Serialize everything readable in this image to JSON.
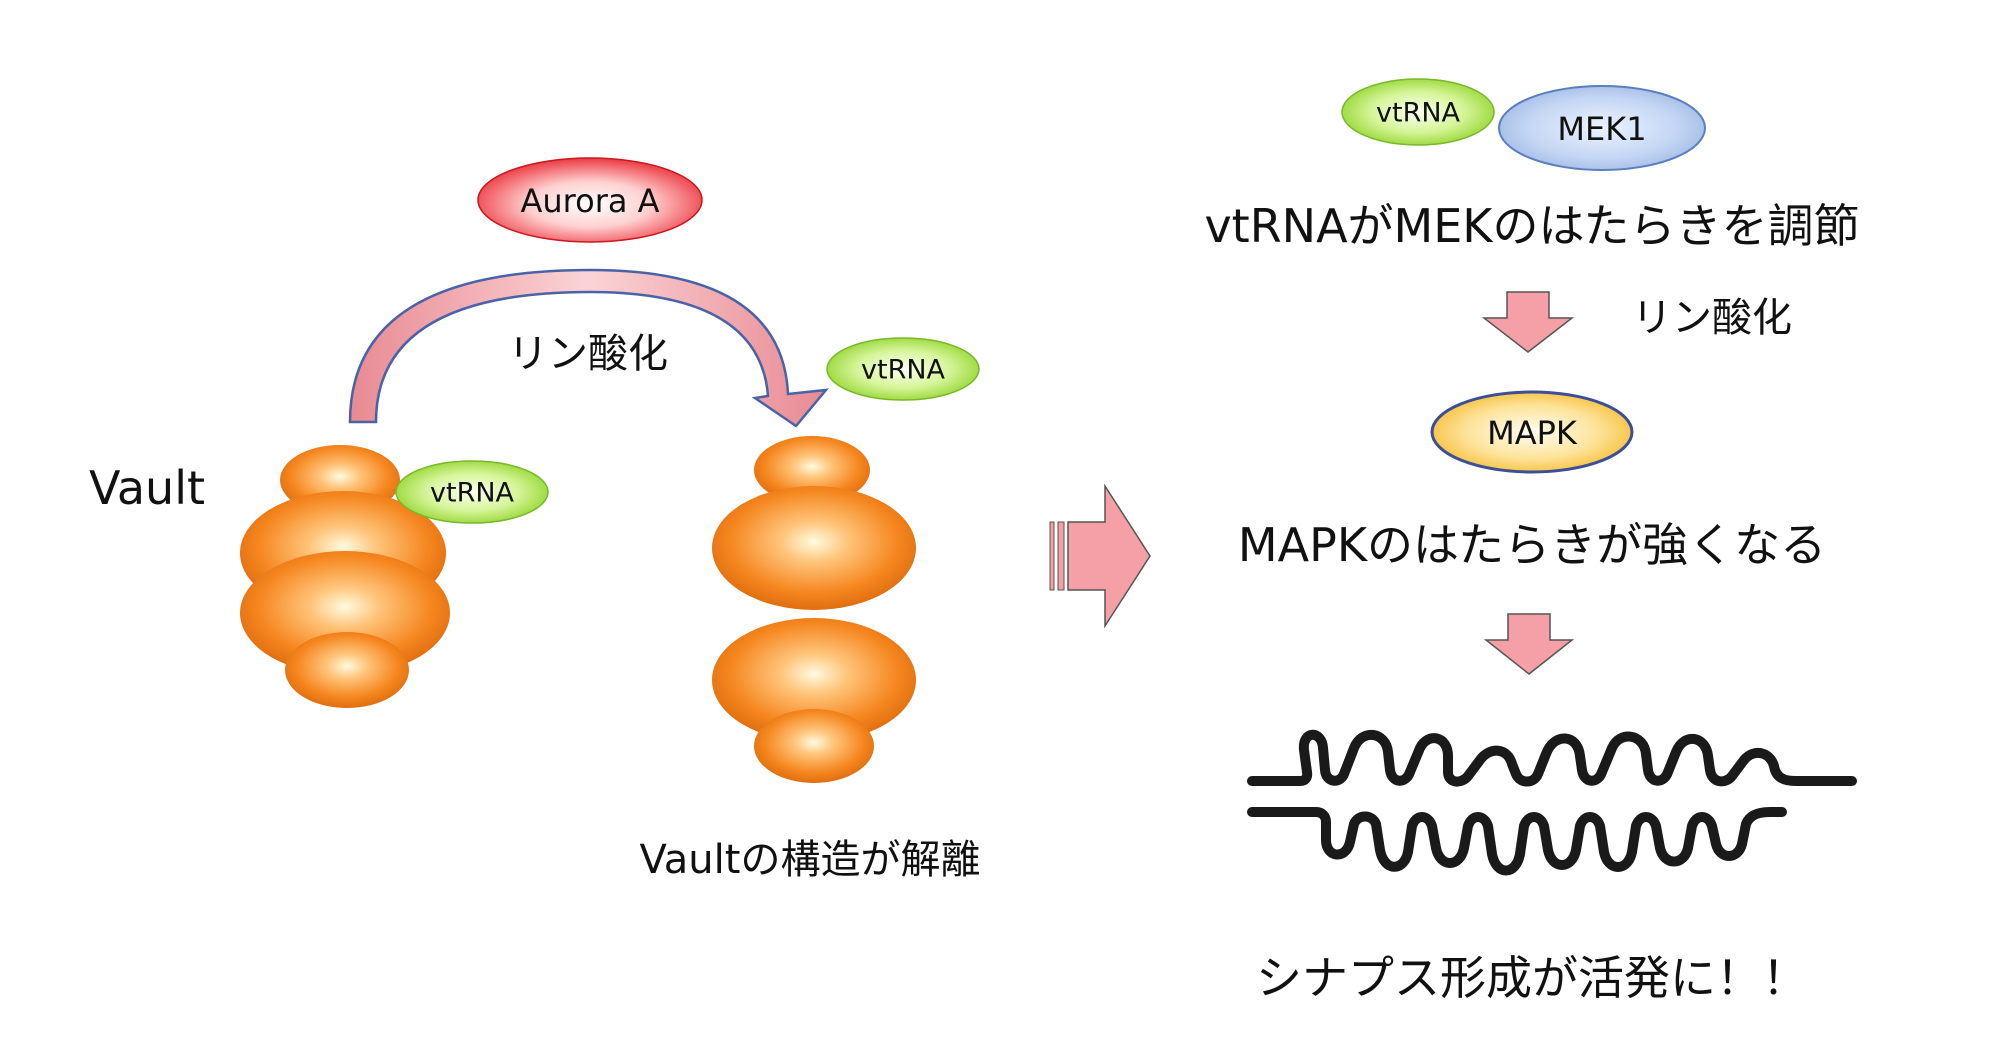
{
  "left": {
    "vault_label": "Vault",
    "aurora_label": "Aurora A",
    "phosphorylation_label": "リン酸化",
    "vtrna_attached_label": "vtRNA",
    "vtrna_released_label": "vtRNA",
    "dissociation_caption": "Vaultの構造が解離"
  },
  "right": {
    "vtrna_label": "vtRNA",
    "mek1_label": "MEK1",
    "regulation_text": "vtRNAがMEKのはたらきを調節",
    "phosphorylation_label": "リン酸化",
    "mapk_label": "MAPK",
    "mapk_text": "MAPKのはたらきが強くなる",
    "synapse_text": "シナプス形成が活発に！！"
  },
  "colors": {
    "vault_orange": "#f5861f",
    "vault_highlight": "#fffbe0",
    "aurora_red": "#e8202a",
    "vtrna_green": "#93d928",
    "mek1_blue": "#a9c1ea",
    "mapk_yellow": "#f7c23a",
    "arrow_pink": "#f4a0a6",
    "arrow_outline": "#4060a0",
    "membrane": "#1a1a1a"
  }
}
